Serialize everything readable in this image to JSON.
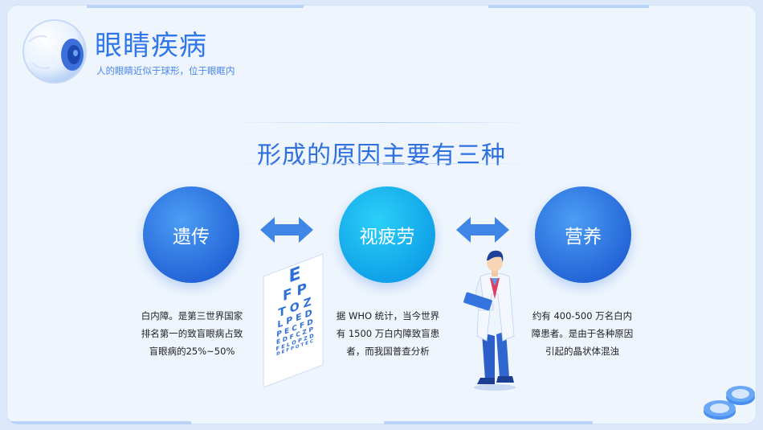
{
  "header": {
    "title": "眼睛疾病",
    "subtitle": "人的眼睛近似于球形，位于眼眶内"
  },
  "section": {
    "title": "形成的原因主要有三种"
  },
  "causes": [
    {
      "label": "遗传",
      "description": "白内障。是第三世界国家排名第一的致盲眼病占致盲眼病的25%~50%"
    },
    {
      "label": "视疲劳",
      "description": "据 WHO 统计，当今世界有 1500 万白内障致盲患者，而我国普查分析"
    },
    {
      "label": "营养",
      "description": "约有 400-500 万名白内障患者。是由于各种原因引起的晶状体混浊"
    }
  ],
  "eye_chart": {
    "letters": [
      "E",
      "F P",
      "T O Z",
      "L P E D",
      "P E C F D",
      "E D F C Z P",
      "F E L O P Z D",
      "D E F P O T E C"
    ]
  },
  "colors": {
    "accent": "#2f76e8",
    "circle_blue": "#2263d6",
    "circle_cyan": "#0f9fe8",
    "background": "#eef5fd"
  },
  "icons": [
    "eyeball-icon",
    "double-arrow-icon",
    "eye-chart-icon",
    "doctor-illustration",
    "contact-lens-case-icon"
  ]
}
